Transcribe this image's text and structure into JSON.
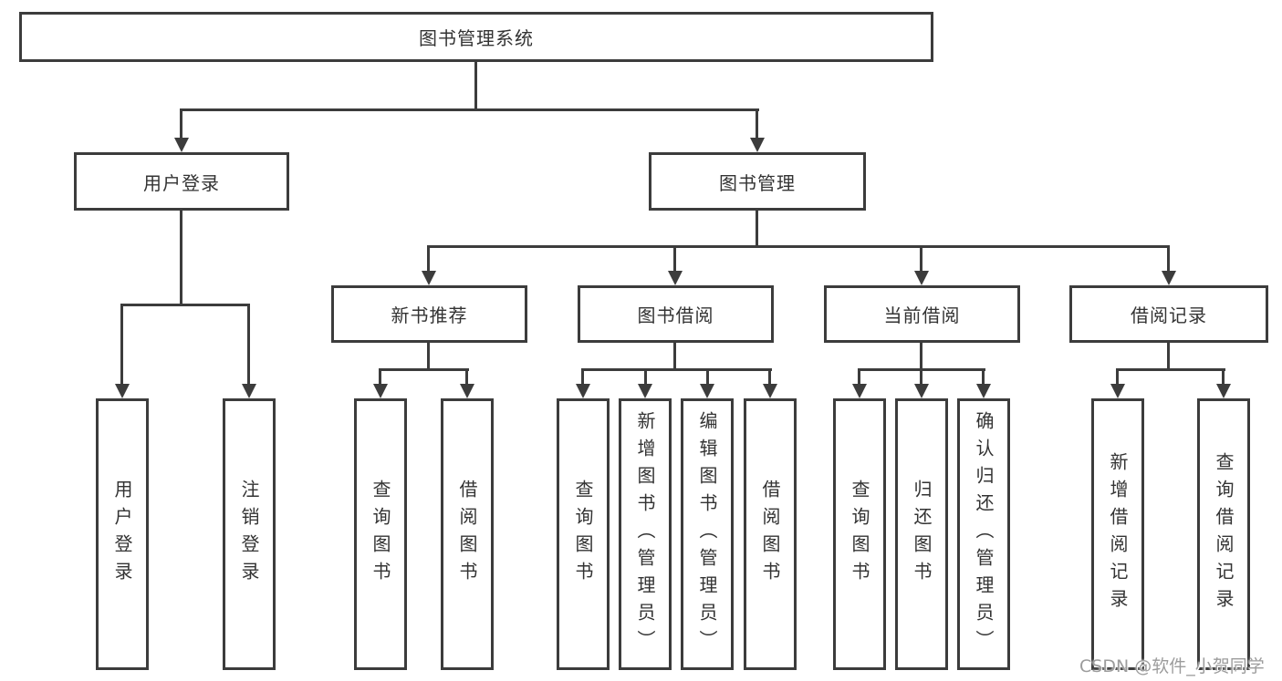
{
  "diagram": {
    "title": "图书管理系统",
    "nodes": {
      "root": "图书管理系统",
      "l2": [
        "用户登录",
        "图书管理"
      ],
      "l3": [
        "新书推荐",
        "图书借阅",
        "当前借阅",
        "借阅记录"
      ],
      "leaves": {
        "userLogin": [
          "用户登录",
          "注销登录"
        ],
        "newBooks": [
          "查询图书",
          "借阅图书"
        ],
        "bookBorrow": [
          "查询图书",
          "新增图书（管理员）",
          "编辑图书（管理员）",
          "借阅图书"
        ],
        "currentBorrow": [
          "查询图书",
          "归还图书",
          "确认归还（管理员）"
        ],
        "borrowRecords": [
          "新增借阅记录",
          "查询借阅记录"
        ]
      }
    },
    "colors": {
      "line": "#3c3c3c",
      "text": "#333333",
      "background": "#ffffff",
      "watermark": "#9c9c9c"
    }
  },
  "watermark": "CSDN @软件_小贺同学"
}
